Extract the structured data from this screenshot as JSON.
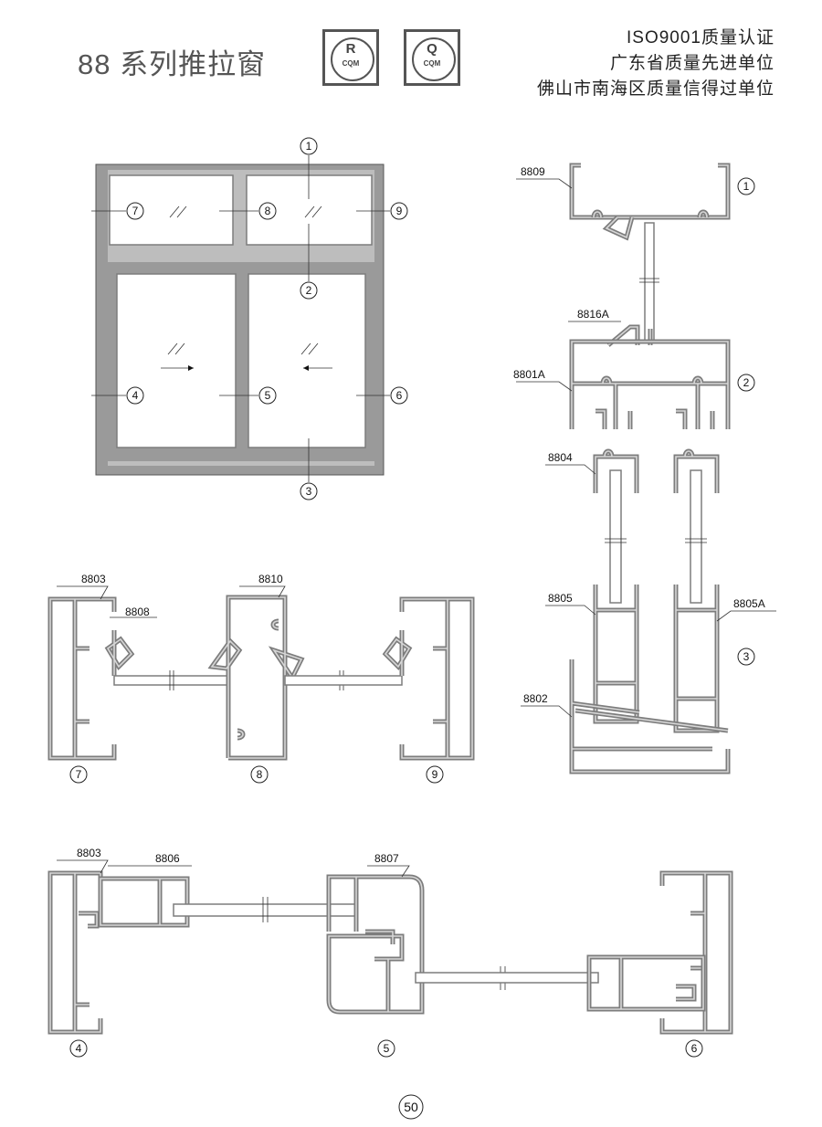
{
  "header": {
    "title": "88 系列推拉窗",
    "badges": [
      {
        "glyph": "R",
        "text": "CQM"
      },
      {
        "glyph": "Q",
        "text": "CQM"
      }
    ],
    "certifications": [
      "ISO9001质量认证",
      "广东省质量先进单位",
      "佛山市南海区质量信得过单位"
    ]
  },
  "profile_labels": {
    "p8809": "8809",
    "p8816A": "8816A",
    "p8801A": "8801A",
    "p8804": "8804",
    "p8805": "8805",
    "p8805A": "8805A",
    "p8802": "8802",
    "p8803a": "8803",
    "p8808": "8808",
    "p8810": "8810",
    "p8803b": "8803",
    "p8806": "8806",
    "p8807": "8807"
  },
  "markers": {
    "m1": "1",
    "m2": "2",
    "m3": "3",
    "m4": "4",
    "m5": "5",
    "m6": "6",
    "m7": "7",
    "m8": "8",
    "m9": "9"
  },
  "page_number": "50",
  "colors": {
    "profile": "#7d7d7d",
    "text": "#111111"
  }
}
